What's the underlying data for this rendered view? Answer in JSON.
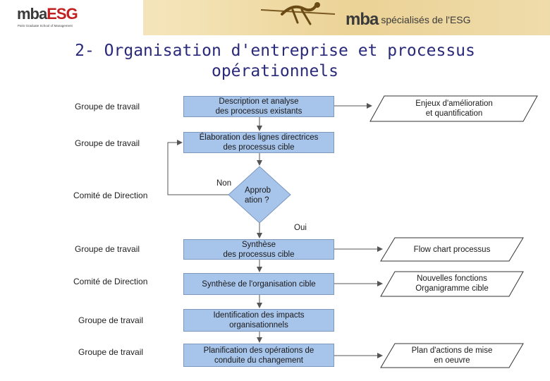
{
  "header": {
    "logo_mba": "mba",
    "logo_esg": "ESG",
    "logo_tagline": "Paris Graduate School of Management",
    "brand_mba": "mba",
    "brand_text": "spécialisés de l'ESG"
  },
  "title": "2- Organisation d'entreprise et processus opérationnels",
  "actors": [
    "Groupe de travail",
    "Groupe de travail",
    "Comité de Direction",
    "Groupe de travail",
    "Comité de Direction",
    "Groupe de travail",
    "Groupe de travail"
  ],
  "process": [
    "Description et analyse\ndes processus existants",
    "Élaboration des lignes directrices\ndes processus cible",
    "Synthèse\ndes processus cible",
    "Synthèse de l'organisation cible",
    "Identification des impacts\norganisationnels",
    "Planification des opérations de\nconduite du changement"
  ],
  "decision": {
    "text": "Approb\nation ?",
    "no_label": "Non",
    "yes_label": "Oui"
  },
  "outputs": [
    "Enjeux d'amélioration\net quantification",
    "Flow chart processus",
    "Nouvelles fonctions\nOrganigramme cible",
    "Plan d'actions de mise\nen oeuvre"
  ],
  "colors": {
    "process_fill": "#a7c4ea",
    "title": "#2a2a7a",
    "header_gold": "#efdcab",
    "logo_red": "#c22020"
  }
}
